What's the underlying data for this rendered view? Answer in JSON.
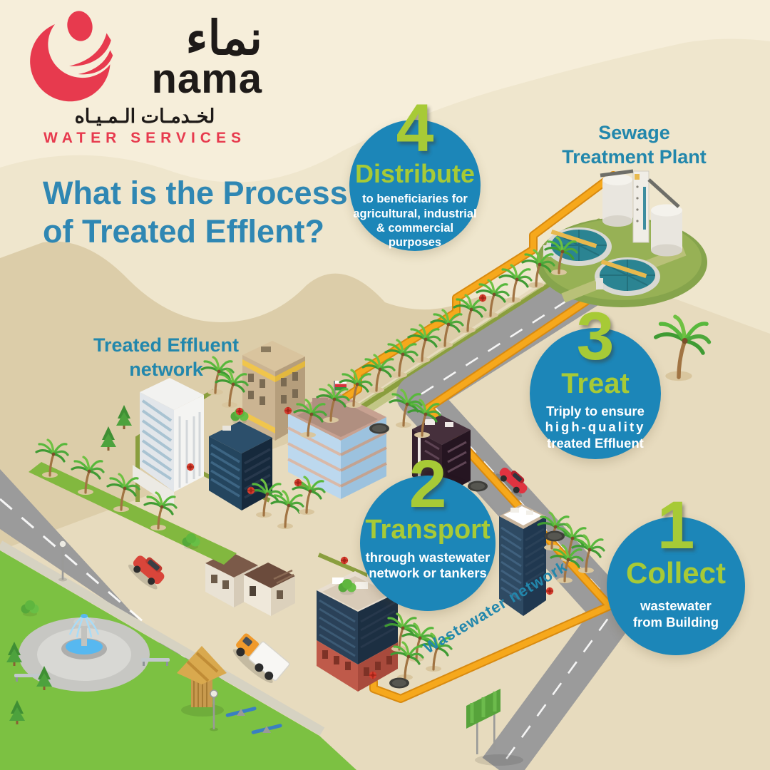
{
  "logo": {
    "brand_arabic": "نماء",
    "brand_latin": "nama",
    "subtitle_arabic": "لخـدمـات الـمـيـاه",
    "subtitle_latin": "WATER SERVICES"
  },
  "title": {
    "line1": "What is the Process",
    "line2": "of Treated Efflent?"
  },
  "labels": {
    "plant_line1": "Sewage",
    "plant_line2": "Treatment Plant",
    "effluent_line1": "Treated Effluent",
    "effluent_line2": "network",
    "wastewater": "Wastewater network"
  },
  "steps": [
    {
      "num": "1",
      "title": "Collect",
      "desc_lines": [
        "wastewater",
        "from Building"
      ]
    },
    {
      "num": "2",
      "title": "Transport",
      "desc_lines": [
        "through wastewater",
        "network or tankers"
      ]
    },
    {
      "num": "3",
      "title": "Treat",
      "desc_lines": [
        "Triply to ensure",
        "high-quality",
        "treated Effluent"
      ]
    },
    {
      "num": "4",
      "title": "Distribute",
      "desc_lines": [
        "to beneficiaries for",
        "agricultural, industrial",
        "& commercial",
        "purposes"
      ]
    }
  ],
  "colors": {
    "background": "#f6eeda",
    "mountain_light": "#efe6cd",
    "mountain_tan": "#dccda9",
    "ground": "#e7dbbe",
    "circle_blue": "#1c86b8",
    "lime": "#a7ca36",
    "title_blue": "#2f87b3",
    "label_teal": "#2287ac",
    "logo_red": "#e73a4e",
    "pipe_yellow": "#f6a81c",
    "pipe_olive": "#8a9e3e",
    "park_green": "#7cc142",
    "road_gray": "#9b9b9b"
  }
}
